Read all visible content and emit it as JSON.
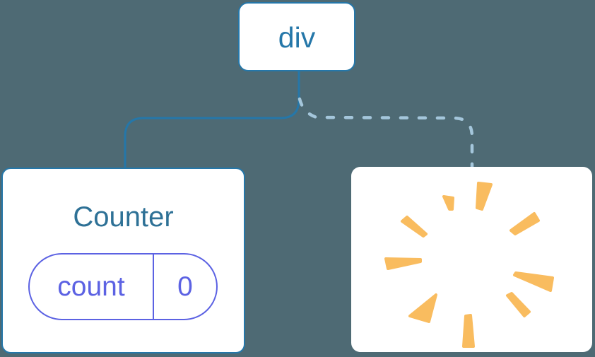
{
  "diagram": {
    "background_color": "#4E6A74",
    "accent_blue": "#2577A9",
    "dashed_edge_color": "#A4C6DB",
    "state_purple": "#5C62E3",
    "poof_orange": "#F9BC5F",
    "root_node": {
      "label": "div"
    },
    "edges": {
      "left_edge_style": "solid",
      "right_edge_style": "dashed"
    },
    "counter_node": {
      "title": "Counter",
      "state": {
        "key": "count",
        "value": "0"
      }
    },
    "removed_node": {
      "icon": "poof-starburst-icon"
    }
  }
}
